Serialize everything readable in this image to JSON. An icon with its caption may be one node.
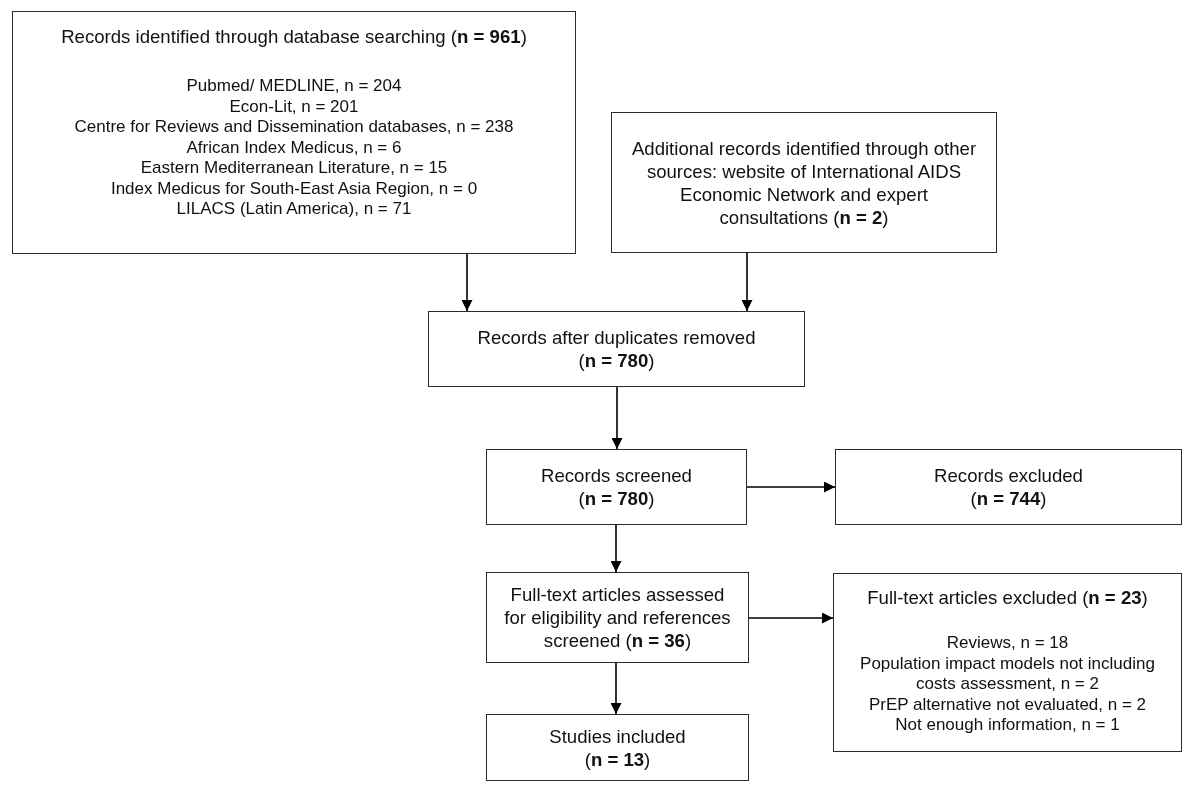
{
  "diagram": {
    "nodes": [
      {
        "text": [
          "Records identified through database searching (**n = 961**)",
          "Pubmed/ MEDLINE, n = 204",
          "Econ-Lit, n = 201",
          "Centre for Reviews and Dissemination databases, n = 238",
          "African Index Medicus, n = 6",
          "Eastern Mediterranean Literature, n = 15",
          "Index Medicus for South-East Asia Region, n = 0",
          "LILACS (Latin America), n = 71"
        ]
      },
      {
        "text": [
          "Additional records identified through other sources: website of International AIDS Economic Network and expert consultations (**n = 2**)"
        ]
      },
      {
        "text": [
          "Records after duplicates removed (**n = 780**)"
        ]
      },
      {
        "text": [
          "Records screened (**n = 780**)"
        ]
      },
      {
        "text": [
          "Records excluded (**n = 744**)"
        ]
      },
      {
        "text": [
          "Full-text articles assessed for eligibility and references screened (**n = 36**)"
        ]
      },
      {
        "text": [
          "Full-text articles excluded (**n = 23**)",
          "Reviews, n = 18",
          "Population impact models not including costs assessment, n = 2",
          "PrEP alternative not evaluated, n = 2",
          "Not enough information, n = 1"
        ]
      },
      {
        "text": [
          "Studies included (**n = 13**)"
        ]
      }
    ],
    "edges": [
      {
        "from": 0,
        "to": 2,
        "arrow": "to"
      },
      {
        "from": 1,
        "to": 2,
        "arrow": "to"
      },
      {
        "from": 2,
        "to": 3,
        "arrow": "to"
      },
      {
        "from": 3,
        "to": 4,
        "arrow": "to"
      },
      {
        "from": 3,
        "to": 5,
        "arrow": "to"
      },
      {
        "from": 5,
        "to": 6,
        "arrow": "to"
      },
      {
        "from": 5,
        "to": 7,
        "arrow": "to"
      }
    ]
  }
}
